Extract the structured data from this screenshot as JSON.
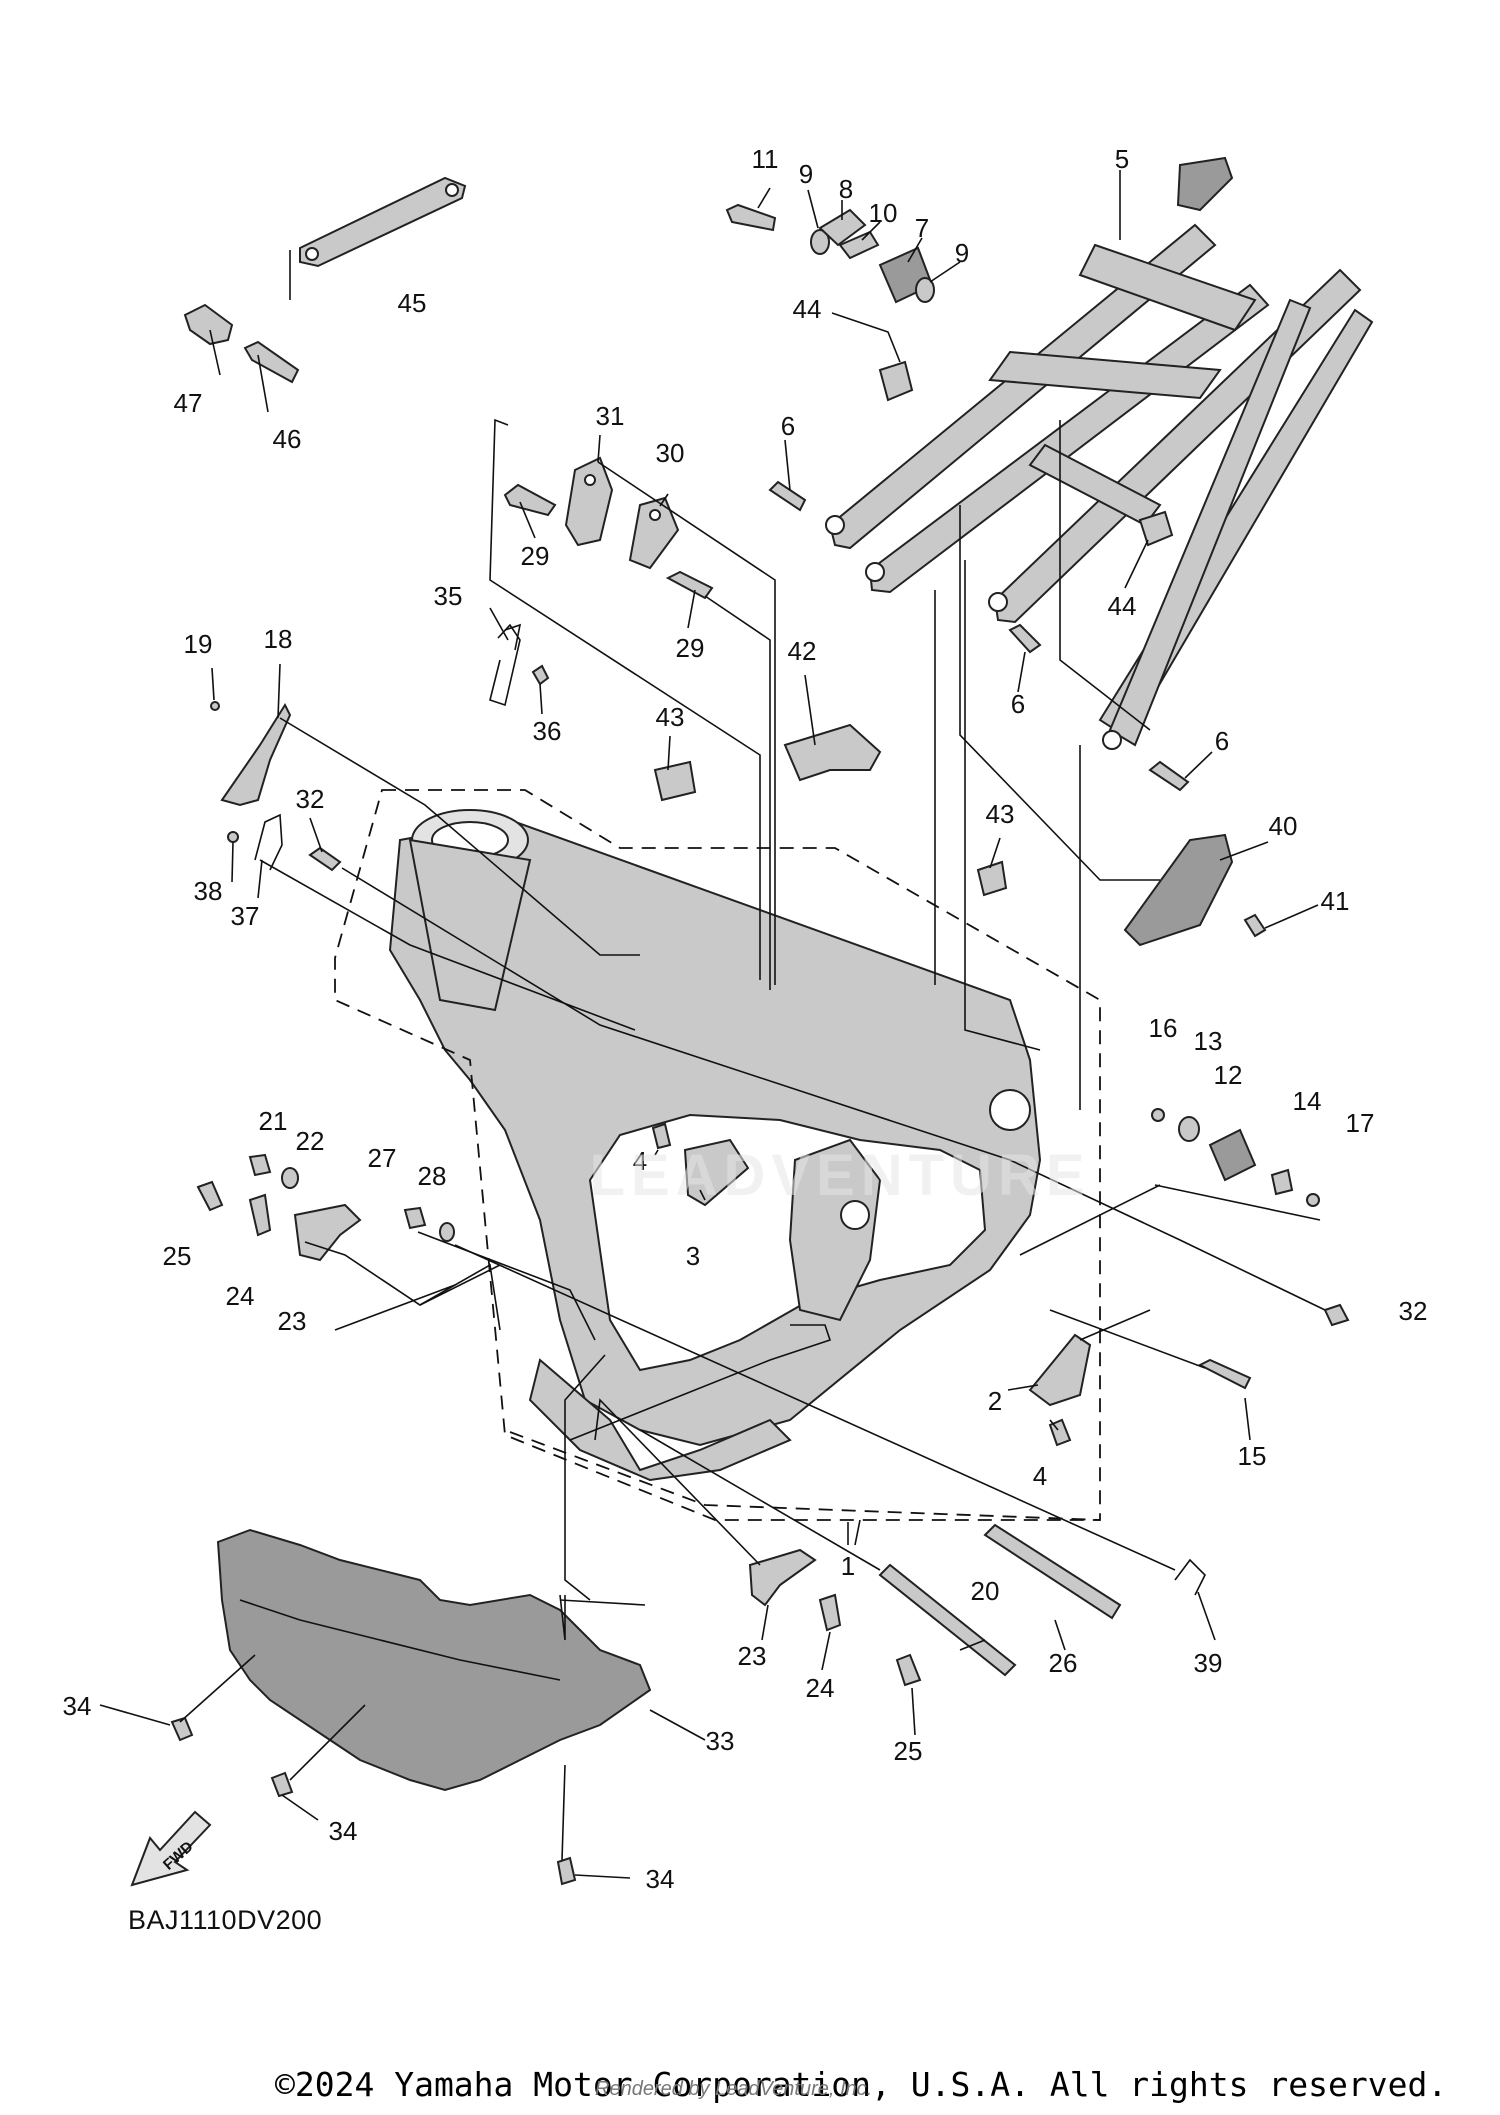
{
  "diagram_code": "BAJ1110DV200",
  "copyright": "©2024 Yamaha Motor Corporation, U.S.A. All rights reserved.",
  "render_credit": "Rendered by LeadVenture, Inc.",
  "fwd_arrow_text": "FWD",
  "watermark_text": "LEADVENTURE",
  "callouts": [
    {
      "id": "c1",
      "text": "1"
    },
    {
      "id": "c2",
      "text": "2"
    },
    {
      "id": "c3",
      "text": "3"
    },
    {
      "id": "c4a",
      "text": "4"
    },
    {
      "id": "c4b",
      "text": "4"
    },
    {
      "id": "c5",
      "text": "5"
    },
    {
      "id": "c6a",
      "text": "6"
    },
    {
      "id": "c6b",
      "text": "6"
    },
    {
      "id": "c6c",
      "text": "6"
    },
    {
      "id": "c7",
      "text": "7"
    },
    {
      "id": "c8",
      "text": "8"
    },
    {
      "id": "c9a",
      "text": "9"
    },
    {
      "id": "c9b",
      "text": "9"
    },
    {
      "id": "c10",
      "text": "10"
    },
    {
      "id": "c11",
      "text": "11"
    },
    {
      "id": "c12",
      "text": "12"
    },
    {
      "id": "c13",
      "text": "13"
    },
    {
      "id": "c14",
      "text": "14"
    },
    {
      "id": "c15",
      "text": "15"
    },
    {
      "id": "c16",
      "text": "16"
    },
    {
      "id": "c17",
      "text": "17"
    },
    {
      "id": "c18",
      "text": "18"
    },
    {
      "id": "c19",
      "text": "19"
    },
    {
      "id": "c20",
      "text": "20"
    },
    {
      "id": "c21",
      "text": "21"
    },
    {
      "id": "c22",
      "text": "22"
    },
    {
      "id": "c23a",
      "text": "23"
    },
    {
      "id": "c23b",
      "text": "23"
    },
    {
      "id": "c24a",
      "text": "24"
    },
    {
      "id": "c24b",
      "text": "24"
    },
    {
      "id": "c25a",
      "text": "25"
    },
    {
      "id": "c25b",
      "text": "25"
    },
    {
      "id": "c26",
      "text": "26"
    },
    {
      "id": "c27",
      "text": "27"
    },
    {
      "id": "c28",
      "text": "28"
    },
    {
      "id": "c29a",
      "text": "29"
    },
    {
      "id": "c29b",
      "text": "29"
    },
    {
      "id": "c30",
      "text": "30"
    },
    {
      "id": "c31",
      "text": "31"
    },
    {
      "id": "c32a",
      "text": "32"
    },
    {
      "id": "c32b",
      "text": "32"
    },
    {
      "id": "c33",
      "text": "33"
    },
    {
      "id": "c34a",
      "text": "34"
    },
    {
      "id": "c34b",
      "text": "34"
    },
    {
      "id": "c34c",
      "text": "34"
    },
    {
      "id": "c35",
      "text": "35"
    },
    {
      "id": "c36",
      "text": "36"
    },
    {
      "id": "c37",
      "text": "37"
    },
    {
      "id": "c38",
      "text": "38"
    },
    {
      "id": "c39",
      "text": "39"
    },
    {
      "id": "c40",
      "text": "40"
    },
    {
      "id": "c41",
      "text": "41"
    },
    {
      "id": "c42",
      "text": "42"
    },
    {
      "id": "c43a",
      "text": "43"
    },
    {
      "id": "c43b",
      "text": "43"
    },
    {
      "id": "c44a",
      "text": "44"
    },
    {
      "id": "c44b",
      "text": "44"
    },
    {
      "id": "c45",
      "text": "45"
    },
    {
      "id": "c46",
      "text": "46"
    },
    {
      "id": "c47",
      "text": "47"
    }
  ]
}
